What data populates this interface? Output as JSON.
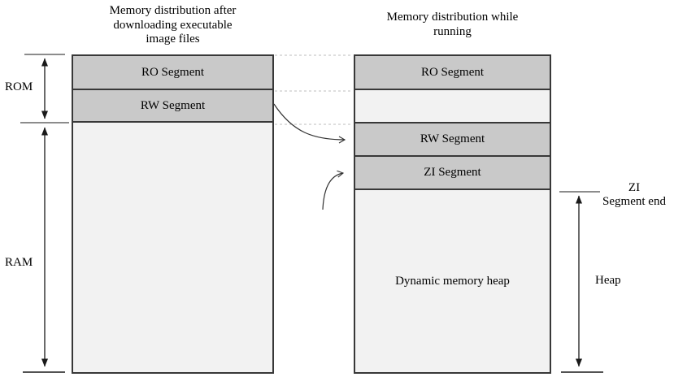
{
  "diagram": {
    "left_column": {
      "title_lines": [
        "Memory distribution after",
        "downloading executable",
        "image files"
      ],
      "segments": {
        "ro": "RO Segment",
        "rw": "RW Segment"
      }
    },
    "right_column": {
      "title_lines": [
        "Memory distribution while",
        "running"
      ],
      "segments": {
        "ro": "RO Segment",
        "rw": "RW Segment",
        "zi": "ZI Segment"
      },
      "heap_text": "Dynamic memory heap"
    },
    "annotations": {
      "rom": "ROM",
      "ram": "RAM",
      "zi_end_lines": [
        "ZI",
        "Segment end"
      ],
      "heap": "Heap"
    },
    "colors": {
      "segment_fill": "#c9c9c9",
      "empty_fill": "#f2f2f2",
      "outline": "#383838",
      "connector": "#bdbdbd",
      "arrow": "#1a1a1a",
      "tick_gray": "#8c8c8c",
      "text": "#000000",
      "background": "#ffffff"
    }
  }
}
